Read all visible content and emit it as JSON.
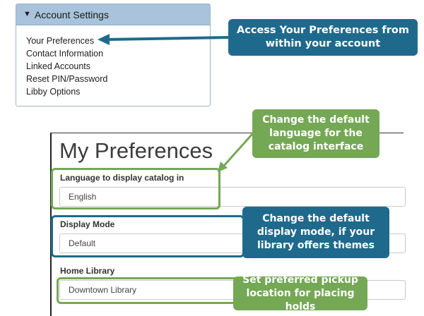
{
  "account": {
    "header": "Account Settings",
    "items": [
      {
        "label": "Your Preferences"
      },
      {
        "label": "Contact Information"
      },
      {
        "label": "Linked Accounts"
      },
      {
        "label": "Reset PIN/Password"
      },
      {
        "label": "Libby Options"
      }
    ]
  },
  "preferences": {
    "title": "My Preferences",
    "language": {
      "label": "Language to display catalog in",
      "value": "English"
    },
    "display_mode": {
      "label": "Display Mode",
      "value": "Default"
    },
    "home_library": {
      "label": "Home Library",
      "value": "Downtown Library"
    }
  },
  "callouts": {
    "access": {
      "line1": "Access Your Preferences from",
      "line2": "within your account"
    },
    "language": {
      "line1": "Change the default",
      "line2": "language for the",
      "line3": "catalog interface"
    },
    "display": {
      "line1": "Change the default",
      "line2": "display mode, if your",
      "line3": "library offers themes"
    },
    "pickup": {
      "line1": "Set preferred pickup",
      "line2": "location for placing holds"
    }
  },
  "colors": {
    "blue": "#1f6a8c",
    "green": "#75a855",
    "header_bg": "#a8c3db"
  }
}
